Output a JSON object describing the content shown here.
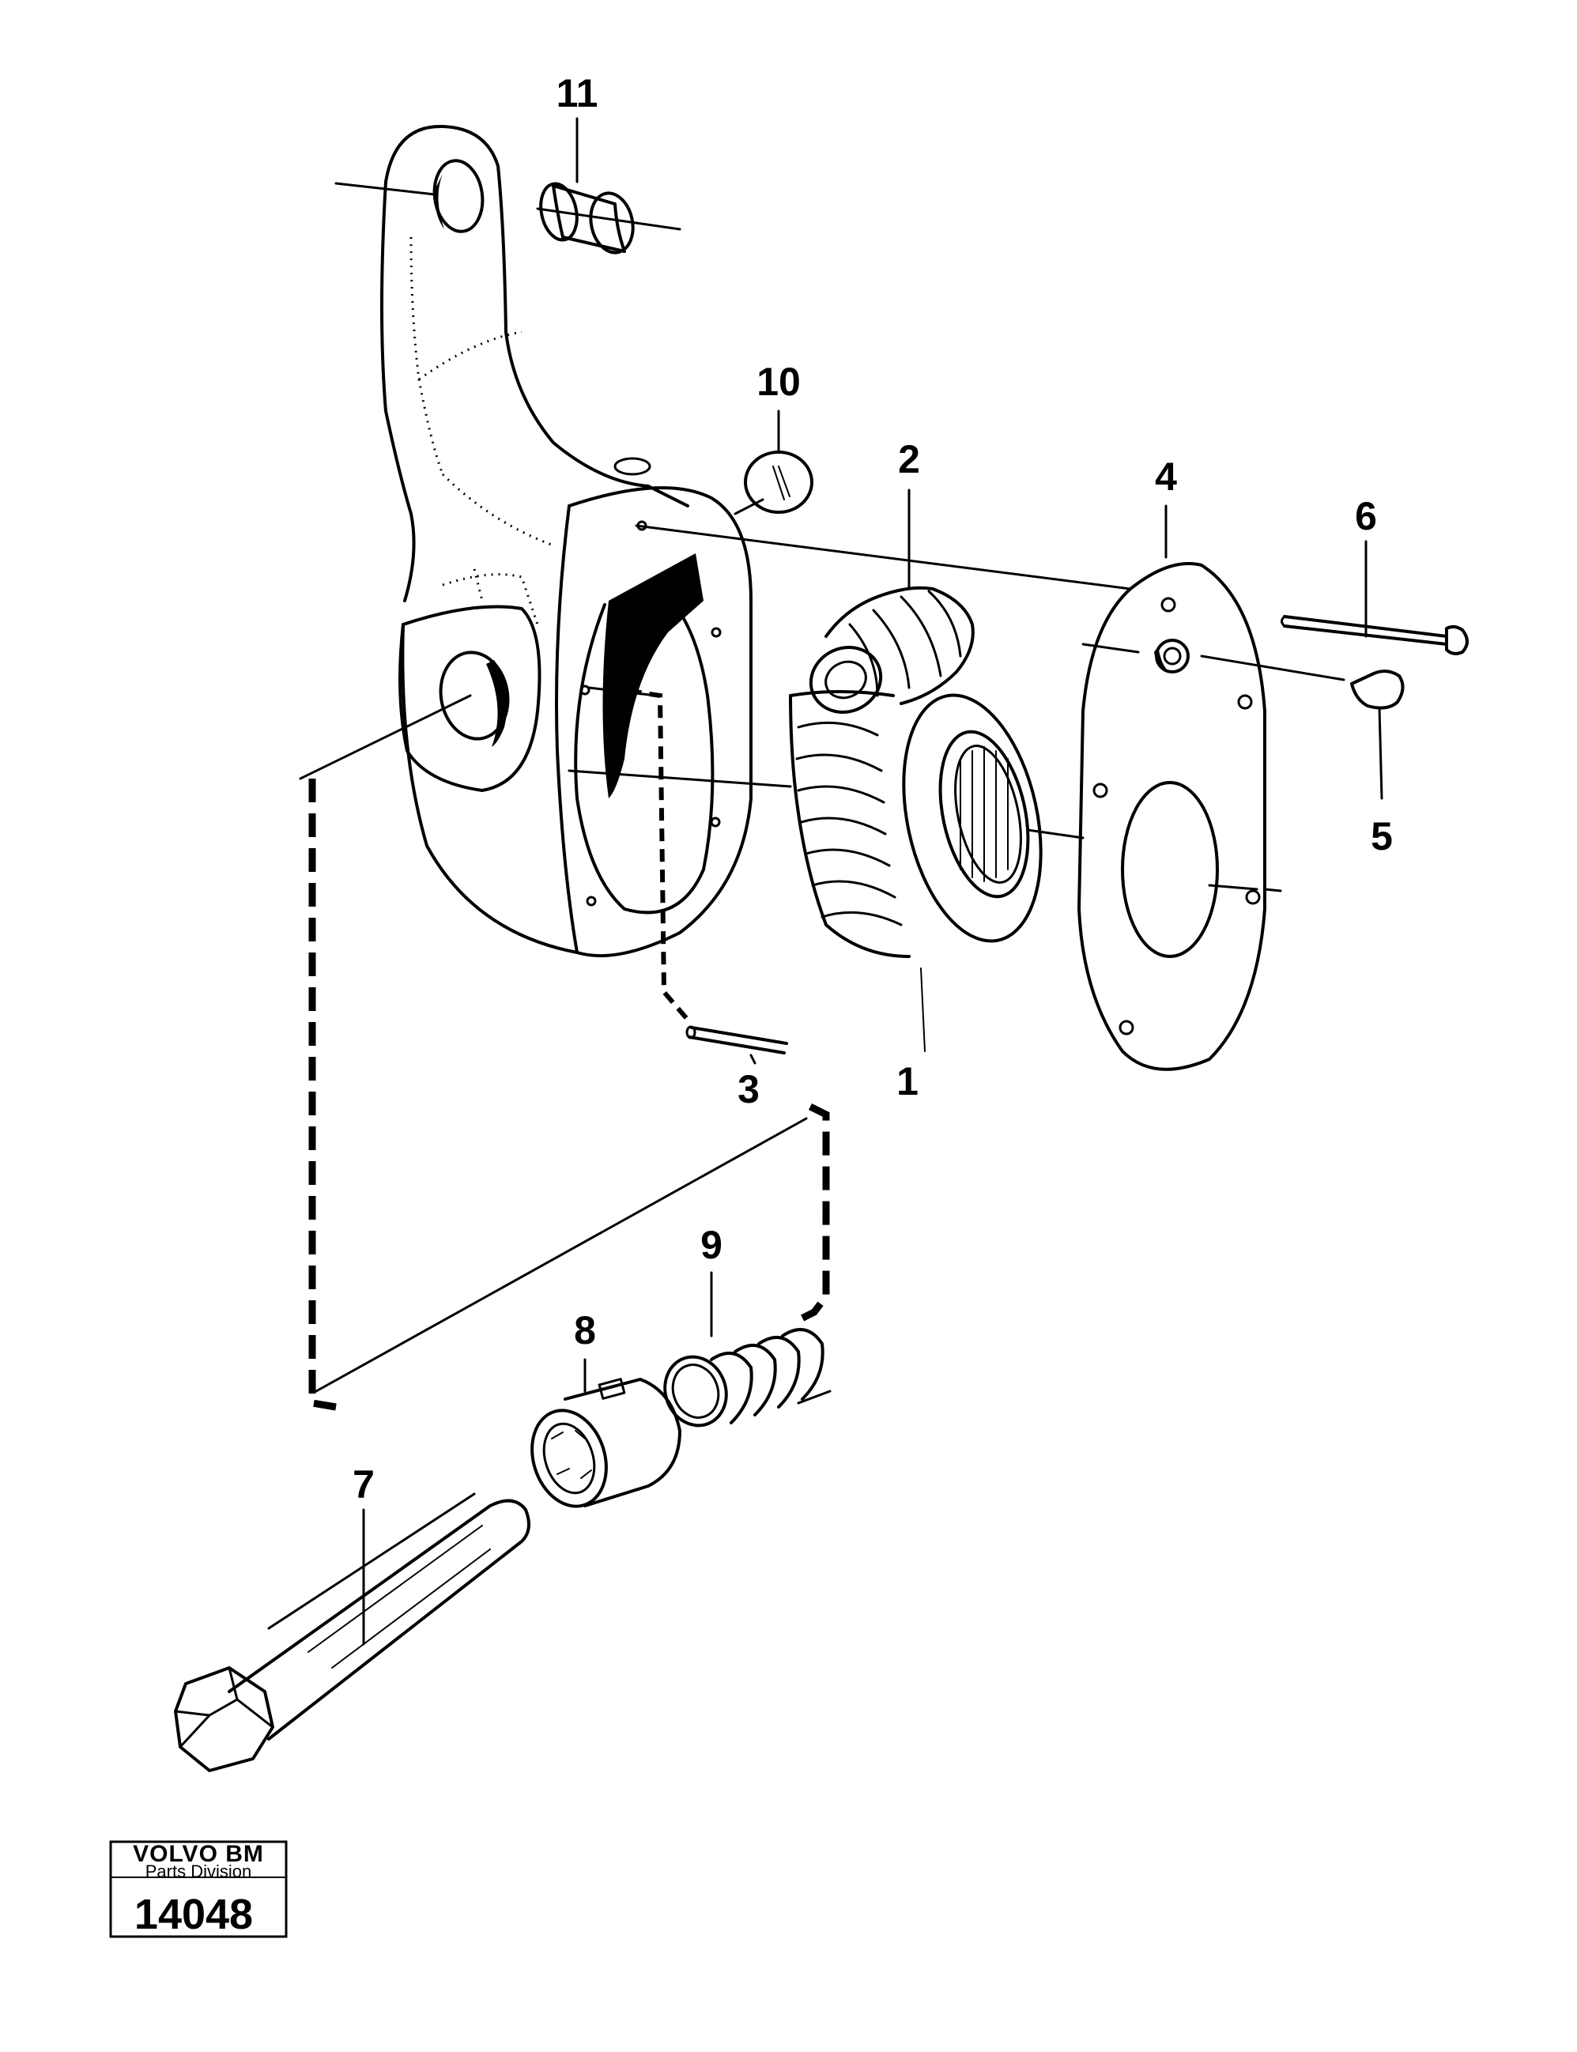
{
  "callouts": [
    {
      "id": "1",
      "label": "1"
    },
    {
      "id": "2",
      "label": "2"
    },
    {
      "id": "3",
      "label": "3"
    },
    {
      "id": "4",
      "label": "4"
    },
    {
      "id": "5",
      "label": "5"
    },
    {
      "id": "6",
      "label": "6"
    },
    {
      "id": "7",
      "label": "7"
    },
    {
      "id": "8",
      "label": "8"
    },
    {
      "id": "9",
      "label": "9"
    },
    {
      "id": "10",
      "label": "10"
    },
    {
      "id": "11",
      "label": "11"
    }
  ],
  "stamp": {
    "brand": "VOLVO BM",
    "division": "Parts Division",
    "number": "14048"
  }
}
